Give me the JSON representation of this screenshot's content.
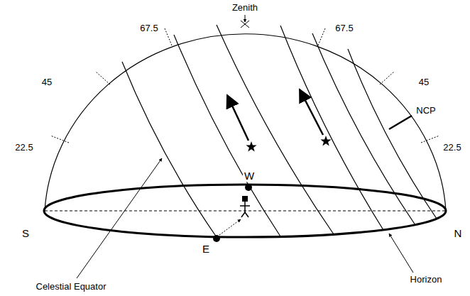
{
  "diagram": {
    "labels": [
      "Zenith",
      "67.5",
      "67.5",
      "45",
      "45",
      "NCP",
      "22.5",
      "22.5",
      "S",
      "W",
      "N",
      "E",
      "Celestial Equator",
      "Horizon"
    ]
  }
}
